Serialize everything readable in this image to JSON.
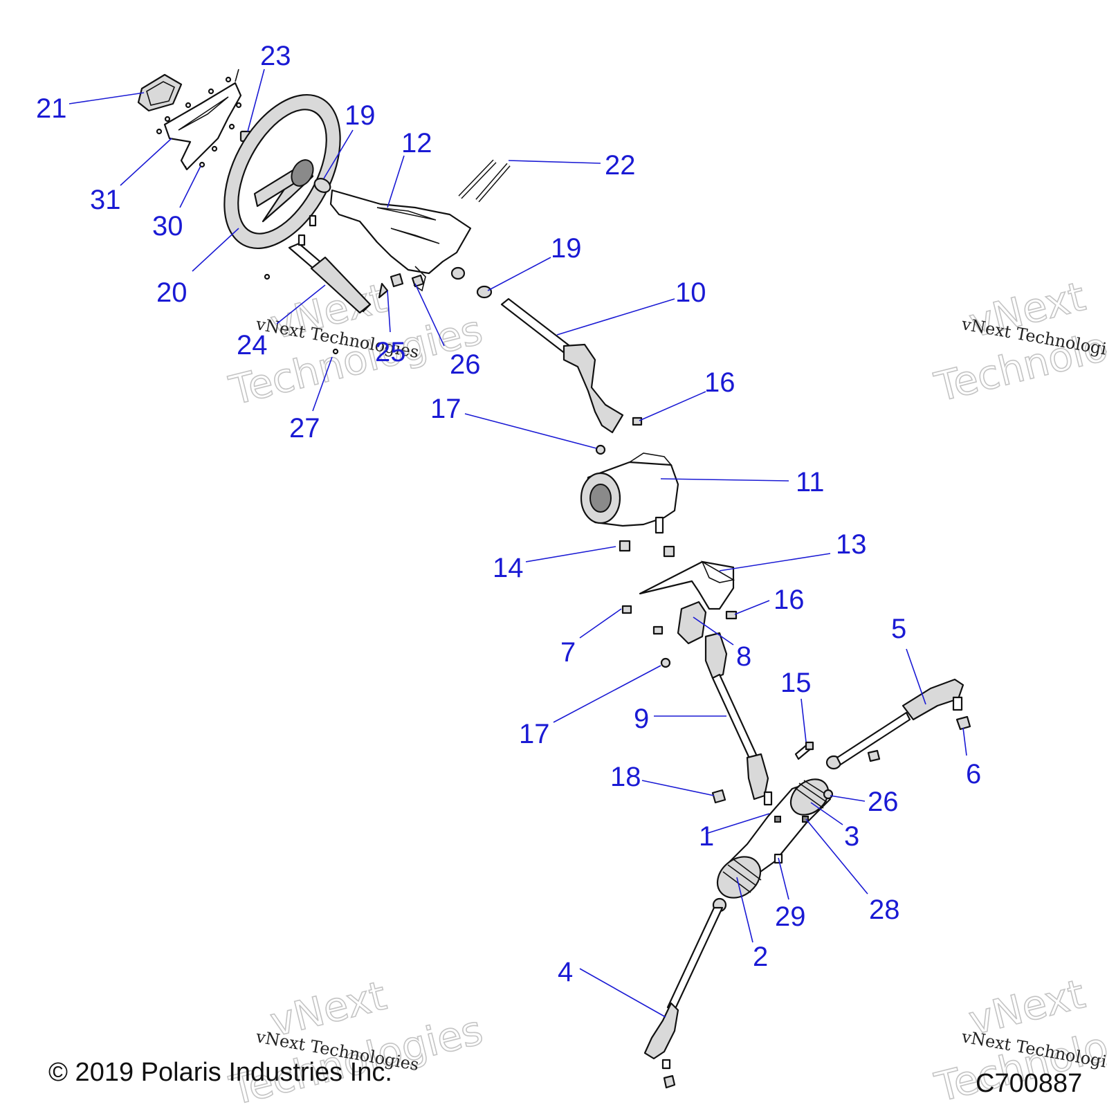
{
  "watermark": {
    "line1": "vNext",
    "line2": "Technologies",
    "caption": "vNext Technologies"
  },
  "footer": {
    "copyright": "© 2019 Polaris Industries Inc.",
    "drawing_code": "C700887"
  },
  "callouts": {
    "c1": "1",
    "c2": "2",
    "c3": "3",
    "c4": "4",
    "c5": "5",
    "c6": "6",
    "c7": "7",
    "c8": "8",
    "c9": "9",
    "c10": "10",
    "c11": "11",
    "c12": "12",
    "c13": "13",
    "c14": "14",
    "c15": "15",
    "c16a": "16",
    "c16b": "16",
    "c17a": "17",
    "c17b": "17",
    "c18": "18",
    "c19a": "19",
    "c19b": "19",
    "c20": "20",
    "c21": "21",
    "c22": "22",
    "c23": "23",
    "c24": "24",
    "c25": "25",
    "c26a": "26",
    "c26b": "26",
    "c27": "27",
    "c28": "28",
    "c29": "29",
    "c30": "30",
    "c31": "31"
  }
}
